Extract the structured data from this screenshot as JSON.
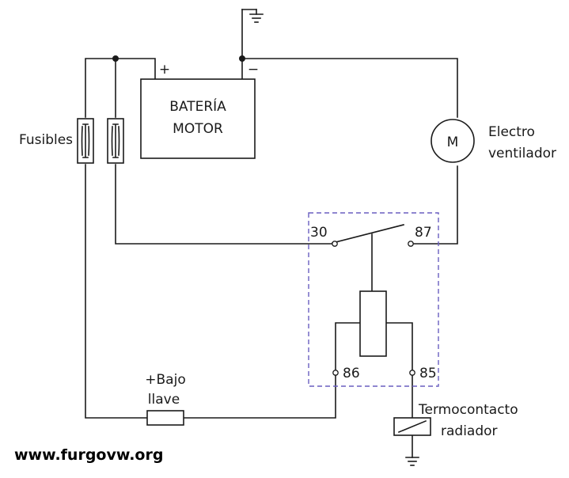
{
  "battery": {
    "line1": "BATERÍA",
    "line2": "MOTOR",
    "plus": "+",
    "minus": "−"
  },
  "fuses_label": "Fusibles",
  "motor": {
    "symbol": "M",
    "line1": "Electro",
    "line2": "ventilador"
  },
  "relay": {
    "t30": "30",
    "t87": "87",
    "t86": "86",
    "t85": "85"
  },
  "ignition": {
    "line1": "+Bajo",
    "line2": "llave"
  },
  "thermo": {
    "line1": "Termocontacto",
    "line2": "radiador"
  },
  "watermark": "www.furgovw.org"
}
